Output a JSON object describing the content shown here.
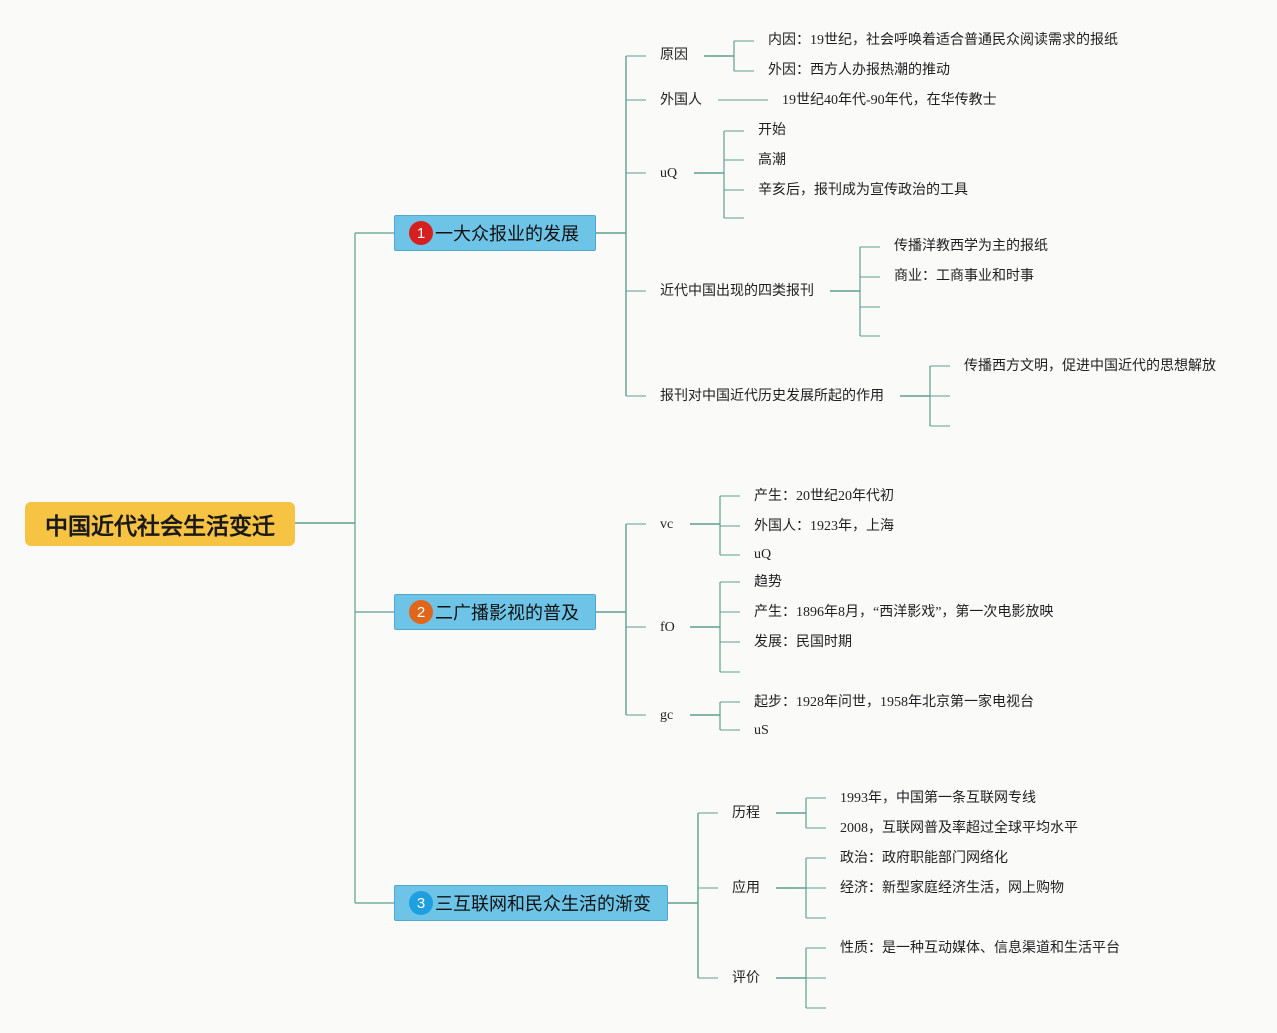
{
  "root": {
    "title": "中国近代社会生活变迁"
  },
  "branches": [
    {
      "number": "1",
      "title": "一大众报业的发展",
      "badge_color": "#d6201f"
    },
    {
      "number": "2",
      "title": "二广播影视的普及",
      "badge_color": "#e0661c"
    },
    {
      "number": "3",
      "title": "三互联网和民众生活的渐变",
      "badge_color": "#1f9ee0"
    }
  ],
  "nodes": {
    "b1_reason": "原因",
    "b1_reason_inner": "内因：19世纪，社会呼唤着适合普通民众阅读需求的报纸",
    "b1_reason_outer": "外因：西方人办报热潮的推动",
    "b1_foreigner": "外国人",
    "b1_foreigner_detail": "19世纪40年代-90年代，在华传教士",
    "b1_uq": "uQ",
    "b1_uq_start": "开始",
    "b1_uq_peak": "高潮",
    "b1_uq_after": "辛亥后，报刊成为宣传政治的工具",
    "b1_four": "近代中国出现的四类报刊",
    "b1_four_mission": "传播洋教西学为主的报纸",
    "b1_four_business": "商业：工商事业和时事",
    "b1_role": "报刊对中国近代历史发展所起的作用",
    "b1_role_spread": "传播西方文明，促进中国近代的思想解放",
    "b2_vc": "vc",
    "b2_vc_origin": "产生：20世纪20年代初",
    "b2_vc_foreigner": "外国人：1923年，上海",
    "b2_vc_uq": "uQ",
    "b2_fo": "fO",
    "b2_fo_trend": "趋势",
    "b2_fo_origin": "产生：1896年8月，“西洋影戏”，第一次电影放映",
    "b2_fo_develop": "发展：民国时期",
    "b2_gc": "gc",
    "b2_gc_start": "起步：1928年问世，1958年北京第一家电视台",
    "b2_gc_us": "uS",
    "b3_history": "历程",
    "b3_history_1993": "1993年，中国第一条互联网专线",
    "b3_history_2008": "2008，互联网普及率超过全球平均水平",
    "b3_apply": "应用",
    "b3_apply_politics": "政治：政府职能部门网络化",
    "b3_apply_economy": "经济：新型家庭经济生活，网上购物",
    "b3_eval": "评价",
    "b3_eval_nature": "性质：是一种互动媒体、信息渠道和生活平台"
  },
  "colors": {
    "line": "#5f9e91",
    "root_fill": "#f6c343",
    "branch_fill": "#6ec4e6"
  }
}
